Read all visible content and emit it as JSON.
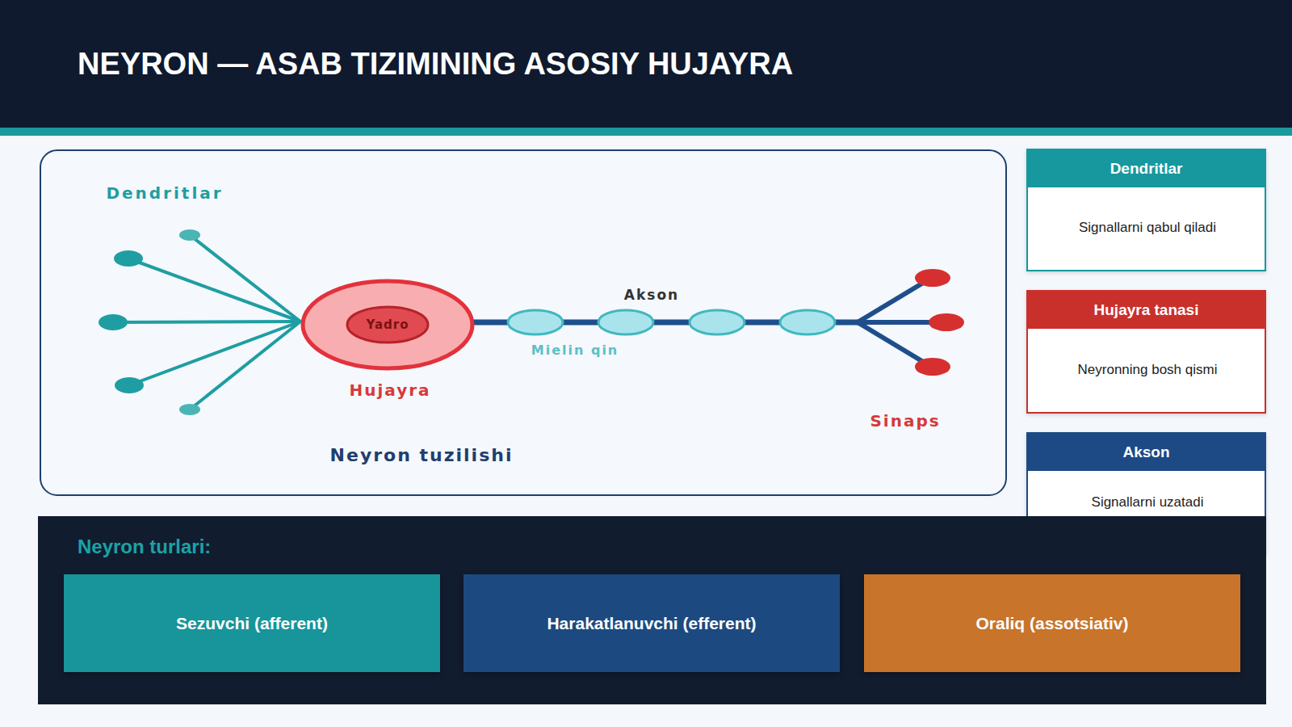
{
  "diagram": {
    "title": "NEYRON — ASAB TIZIMINING ASOSIY HUJAYRA",
    "nodes": [
      {
        "text": [
          "Neyron tuzilishi"
        ]
      },
      {
        "text": [
          "Hujayra"
        ],
        "in": 0
      },
      {
        "text": [
          "Yadro"
        ],
        "in": 1
      },
      {
        "text": [
          "Dendritlar",
          "Signallarni qabul qiladi"
        ]
      },
      {
        "text": [
          "Hujayra tanasi",
          "Neyronning bosh qismi"
        ]
      },
      {
        "text": [
          "Akson",
          "Signallarni uzatadi"
        ]
      },
      {
        "text": [
          "Neyron turlari:"
        ]
      },
      {
        "text": [
          "Sezuvchi (afferent)"
        ],
        "in": 6
      },
      {
        "text": [
          "Harakatlanuvchi (efferent)"
        ],
        "in": 6
      },
      {
        "text": [
          "Oraliq (assotsiativ)"
        ],
        "in": 6
      }
    ],
    "labels": [
      "Dendritlar",
      "Akson",
      "Mielin qin",
      "Sinaps"
    ]
  }
}
